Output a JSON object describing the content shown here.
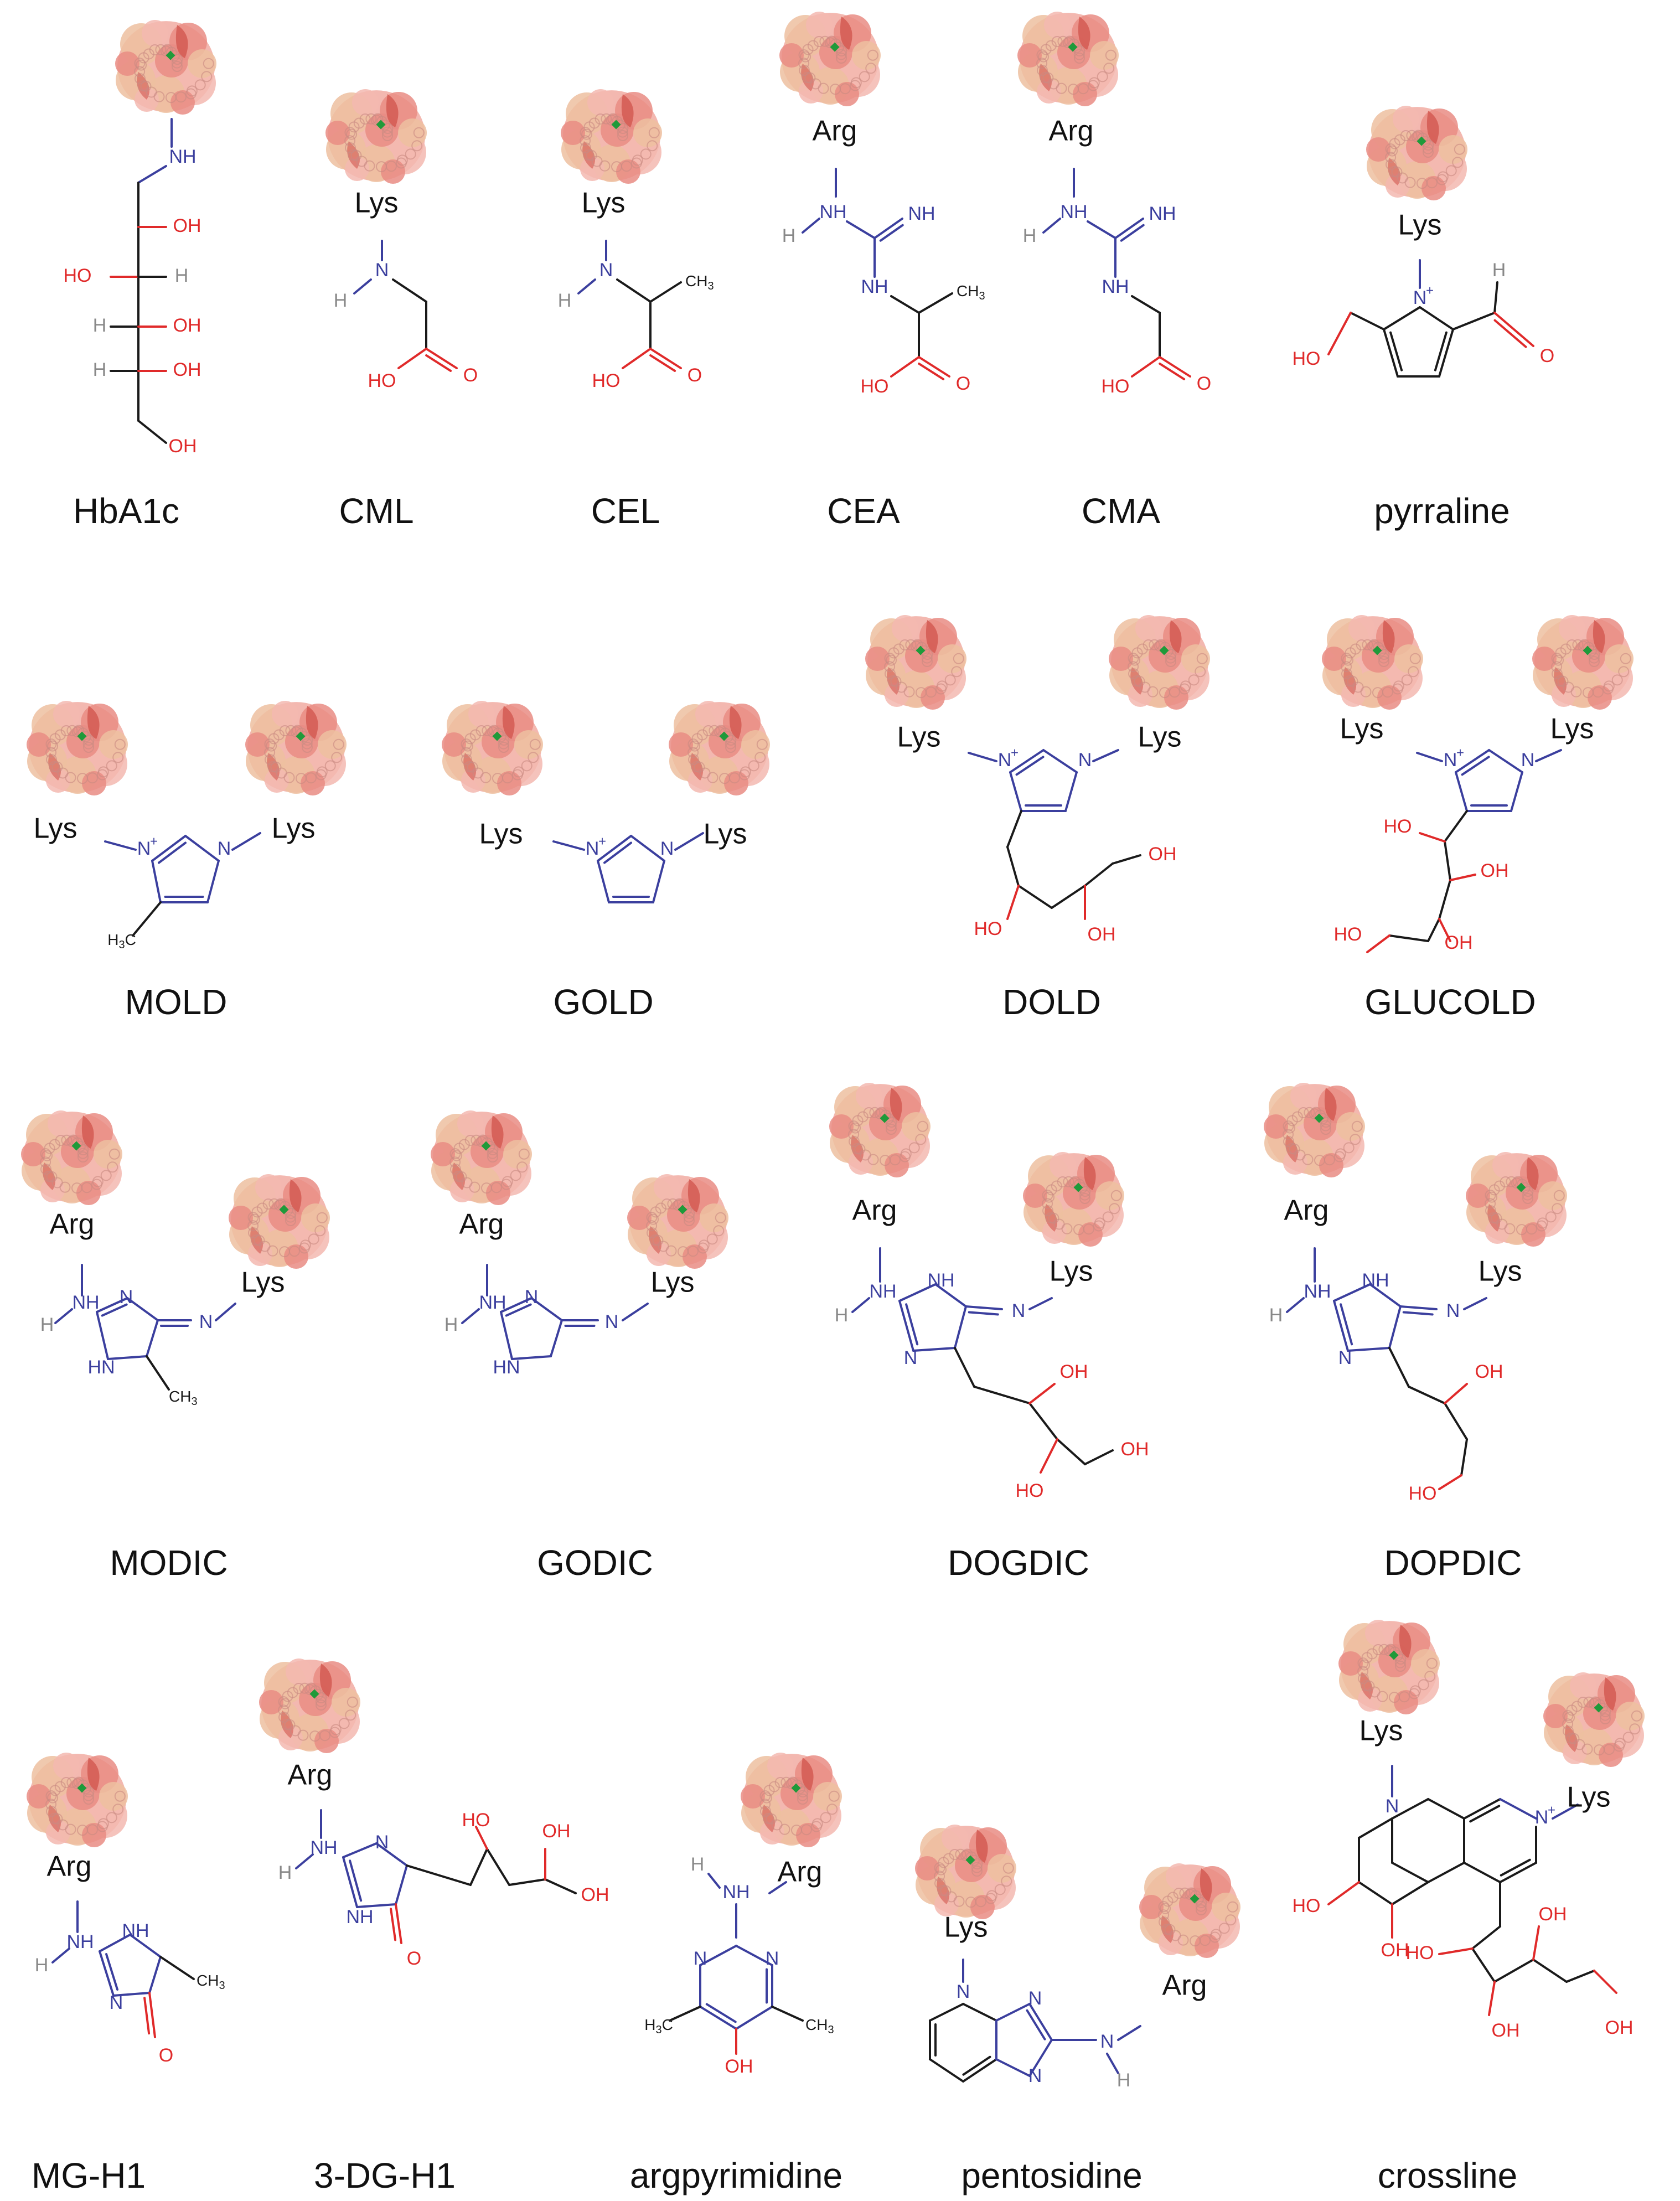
{
  "colors": {
    "nitrogen": "#3b3f9e",
    "oxygen": "#e02a2a",
    "hydrogen": "#888888",
    "carbon": "#1a1a1a",
    "protein_light": "#f3b8b0",
    "protein_mid": "#e98c84",
    "protein_dark": "#d2574f",
    "protein_tan": "#edc0a0",
    "marker": "#1f9a3a"
  },
  "icon": "protein-blob-icon",
  "atoms": {
    "NH": "NH",
    "N": "N",
    "N_plus": "N",
    "H": "H",
    "OH": "OH",
    "HO": "HO",
    "O": "O",
    "HN": "HN",
    "CH3": "CH3",
    "H3C": "H3C",
    "plus": "+",
    "ch3_c": "CH",
    "ch3_sub": "3",
    "h3c_h": "H",
    "h3c_c": "C"
  },
  "labels": {
    "lys": "Lys",
    "arg": "Arg"
  },
  "compounds": [
    {
      "name": "HbA1c"
    },
    {
      "name": "CML"
    },
    {
      "name": "CEL"
    },
    {
      "name": "CEA"
    },
    {
      "name": "CMA"
    },
    {
      "name": "pyrraline"
    },
    {
      "name": "MOLD"
    },
    {
      "name": "GOLD"
    },
    {
      "name": "DOLD"
    },
    {
      "name": "GLUCOLD"
    },
    {
      "name": "MODIC"
    },
    {
      "name": "GODIC"
    },
    {
      "name": "DOGDIC"
    },
    {
      "name": "DOPDIC"
    },
    {
      "name": "MG-H1"
    },
    {
      "name": "3-DG-H1"
    },
    {
      "name": "argpyrimidine"
    },
    {
      "name": "pentosidine"
    },
    {
      "name": "crossline"
    }
  ]
}
